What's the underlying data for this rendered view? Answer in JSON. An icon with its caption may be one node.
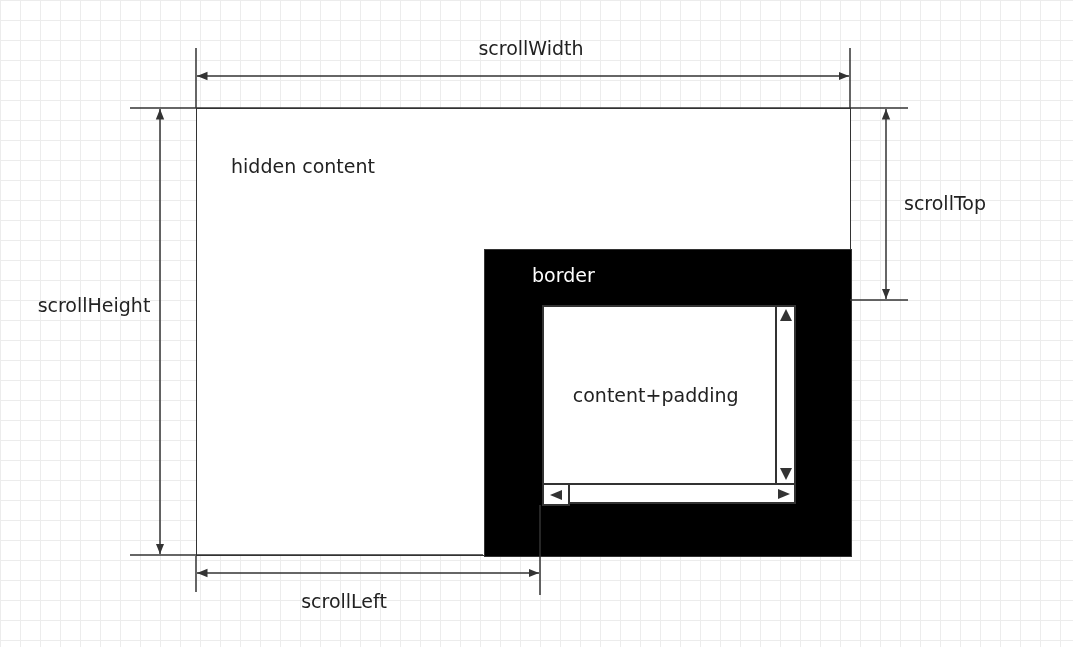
{
  "diagram": {
    "nodes": [
      {
        "text": [
          "hidden content"
        ]
      },
      {
        "text": [
          "border"
        ],
        "in": 0
      },
      {
        "text": [
          "content+padding"
        ],
        "in": 1
      }
    ],
    "labels": [
      "scrollWidth",
      "scrollTop",
      "scrollHeight",
      "scrollLeft"
    ]
  }
}
